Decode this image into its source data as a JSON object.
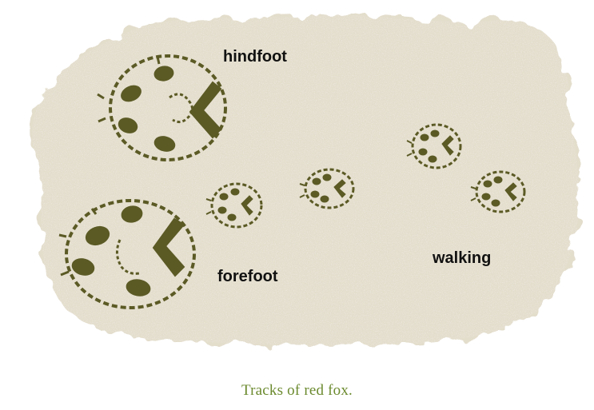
{
  "labels": {
    "hindfoot": "hindfoot",
    "forefoot": "forefoot",
    "walking": "walking"
  },
  "caption": "Tracks of red fox.",
  "colors": {
    "background": "#e3ddcc",
    "track": "#5b5a25",
    "caption": "#6b8a2e"
  }
}
